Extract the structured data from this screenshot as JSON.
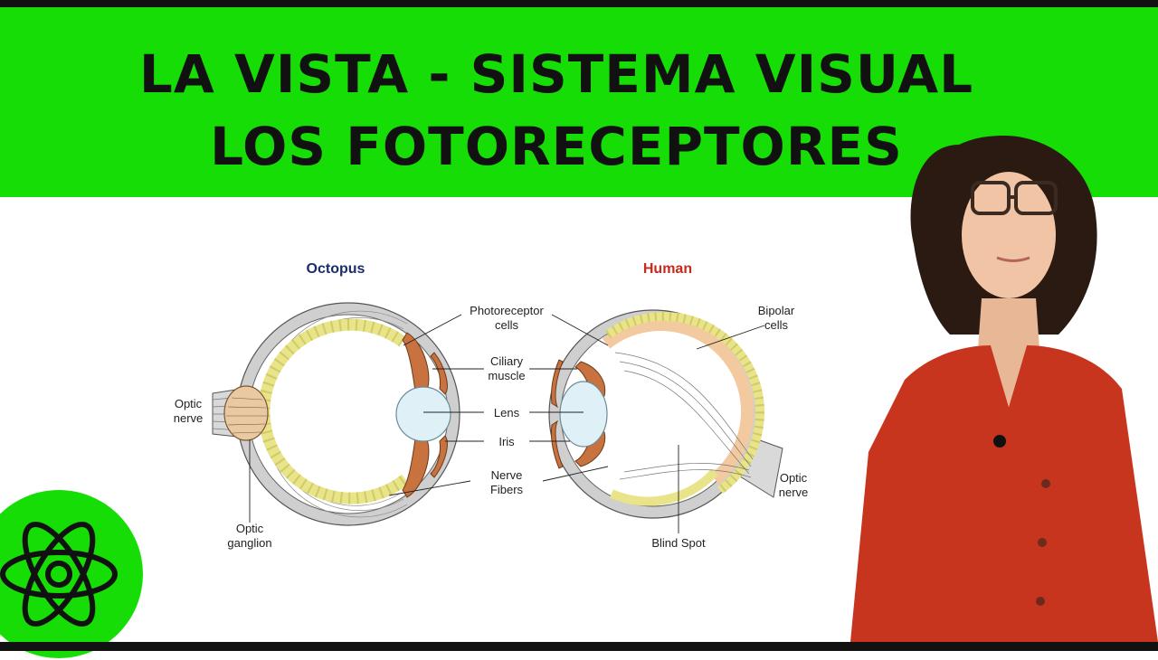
{
  "title": {
    "line1": "LA VISTA - SISTEMA VISUAL",
    "line2": "LOS FOTORECEPTORES"
  },
  "diagram": {
    "octopus_heading": "Octopus",
    "human_heading": "Human",
    "labels": {
      "photoreceptor_1": "Photoreceptor",
      "photoreceptor_2": "cells",
      "ciliary_1": "Ciliary",
      "ciliary_2": "muscle",
      "lens": "Lens",
      "iris": "Iris",
      "nerve_fibers_1": "Nerve",
      "nerve_fibers_2": "Fibers",
      "optic_nerve_left_1": "Optic",
      "optic_nerve_left_2": "nerve",
      "optic_ganglion_1": "Optic",
      "optic_ganglion_2": "ganglion",
      "bipolar_1": "Bipolar",
      "bipolar_2": "cells",
      "optic_nerve_right_1": "Optic",
      "optic_nerve_right_2": "nerve",
      "blind_spot": "Blind Spot"
    }
  },
  "colors": {
    "banner": "#15dd05",
    "octopus_heading": "#1a2d6b",
    "human_heading": "#c8281e",
    "logo": "#15dd05"
  },
  "icons": {
    "logo": "atom-icon"
  }
}
